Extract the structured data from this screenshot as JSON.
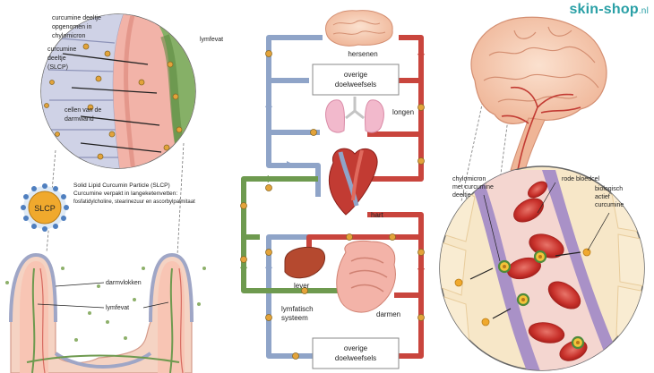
{
  "brand": {
    "name": "skin-shop",
    "tld": ".nl",
    "color": "#2aa0a6"
  },
  "colors": {
    "artery": "#c9453d",
    "vein": "#8fa4c8",
    "lymph": "#6e9a4f",
    "curcumin": "#e3a33a"
  },
  "intestine_panel": {
    "label_particle_in_chylomicron": [
      "curcumine deeltje",
      "opgenomen in",
      "chylomicron"
    ],
    "label_particle_slcp": [
      "curcumine",
      "deeltje",
      "(SLCP)"
    ],
    "label_lymph_vessel": "lymfevat",
    "label_wall_cells": [
      "cellen van de",
      "darmwand"
    ],
    "slcp_badge": "SLCP",
    "slcp_caption": [
      "Solid Lipid Curcumin Particle (SLCP)",
      "Curcumine verpakt in langeketenvetten:",
      "fosfatidylcholine, stearinezuur en ascorbylpalmitaat"
    ],
    "label_villi": "darmvlokken",
    "label_lymph_vessel_2": "lymfevat"
  },
  "circulation_panel": {
    "brain": "hersenen",
    "other_tissues_top": [
      "overige",
      "doelweefsels"
    ],
    "lungs": "longen",
    "heart": "hart",
    "liver": "lever",
    "intestines": "darmen",
    "lymph_system": [
      "lymfatisch",
      "systeem"
    ],
    "other_tissues_bottom": [
      "overige",
      "doelweefsels"
    ]
  },
  "vessel_panel": {
    "chylomicron_label": [
      "chylomicron",
      "met curcumine",
      "deeltje"
    ],
    "red_blood_cell": "rode bloedcel",
    "active_curcumin": [
      "biologisch",
      "actief",
      "curcumine"
    ]
  }
}
